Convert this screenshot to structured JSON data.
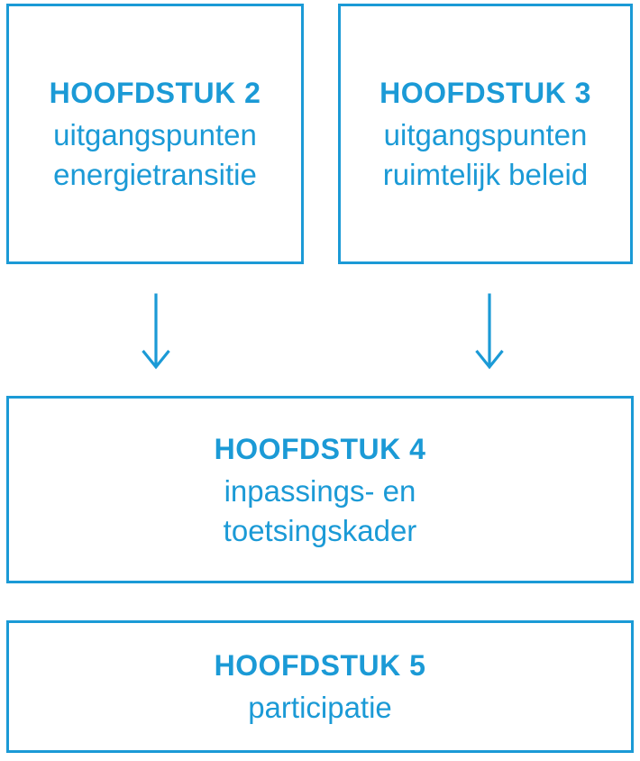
{
  "colors": {
    "accent": "#1b9ad6",
    "background": "#ffffff"
  },
  "diagram": {
    "type": "flowchart",
    "boxes": [
      {
        "id": "hoofdstuk-2",
        "title": "HOOFDSTUK 2",
        "subtitle_lines": [
          "uitgangspunten",
          "energietransitie"
        ]
      },
      {
        "id": "hoofdstuk-3",
        "title": "HOOFDSTUK 3",
        "subtitle_lines": [
          "uitgangspunten",
          "ruimtelijk beleid"
        ]
      },
      {
        "id": "hoofdstuk-4",
        "title": "HOOFDSTUK 4",
        "subtitle_lines": [
          "inpassings- en",
          "toetsingskader"
        ]
      },
      {
        "id": "hoofdstuk-5",
        "title": "HOOFDSTUK 5",
        "subtitle_lines": [
          "participatie"
        ]
      }
    ],
    "arrows": [
      {
        "icon": "arrow-down-icon",
        "from": "hoofdstuk-2",
        "to": "hoofdstuk-4"
      },
      {
        "icon": "arrow-down-icon",
        "from": "hoofdstuk-3",
        "to": "hoofdstuk-4"
      }
    ]
  }
}
